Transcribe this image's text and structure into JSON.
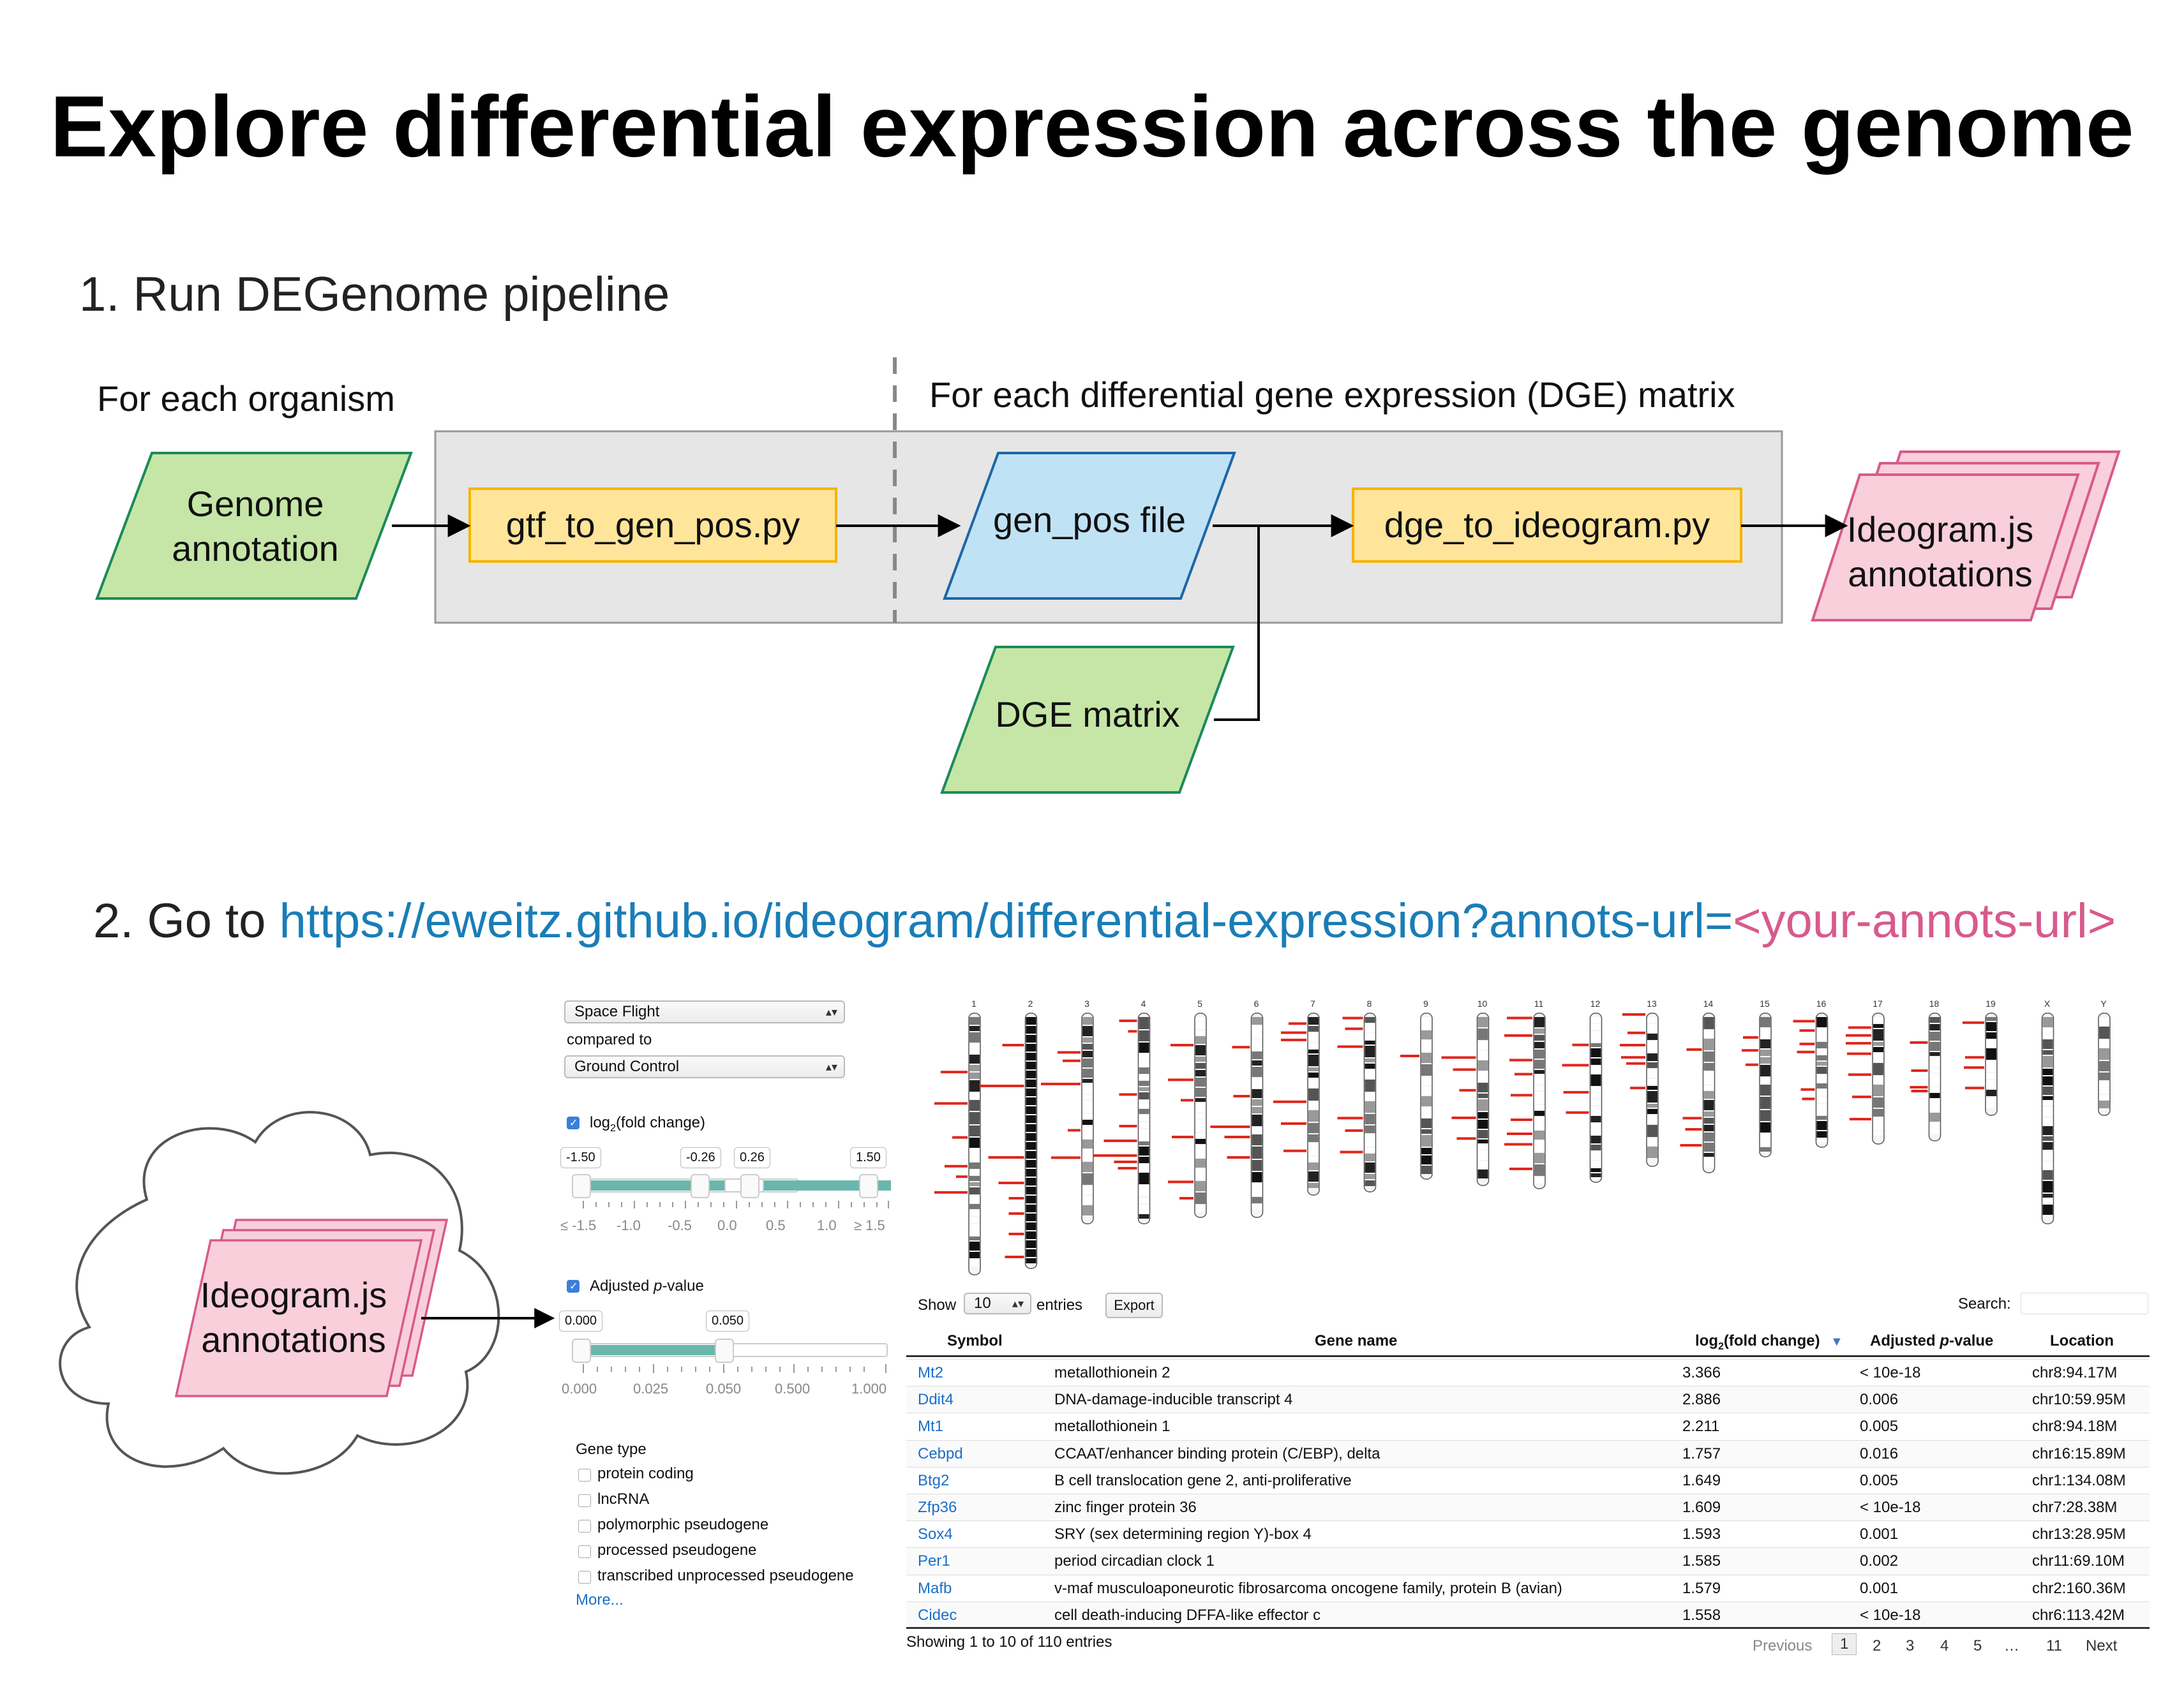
{
  "title": "Explore differential expression across the genome",
  "step1": {
    "heading": "1. Run DEGenome pipeline",
    "for_each_organism": "For each organism",
    "for_each_matrix": "For each differential gene expression (DGE) matrix",
    "genome_annotation": [
      "Genome",
      "annotation"
    ],
    "gtf_script": "gtf_to_gen_pos.py",
    "gen_pos_file": "gen_pos file",
    "dge_script": "dge_to_ideogram.py",
    "dge_matrix": "DGE matrix",
    "ideogram_annotations": [
      "Ideogram.js",
      "annotations"
    ]
  },
  "step2": {
    "prefix": "2.  Go to ",
    "url": "https://eweitz.github.io/ideogram/differential-expression?annots-url=",
    "placeholder": "<your-annots-url>",
    "cloud_label": [
      "Ideogram.js",
      "annotations"
    ]
  },
  "colors": {
    "green": "#c5e6a6",
    "green_stroke": "#1c8a5a",
    "yellow": "#ffe59a",
    "yellow_stroke": "#f4b400",
    "blue": "#c0e2f5",
    "blue_stroke": "#1e66a8",
    "pink": "#f8cfdb",
    "pink_stroke": "#d85a8c",
    "gray_box": "#e6e6e6",
    "link": "#1a7db7",
    "teal": "#6ab6ac",
    "red_annot": "#e0261c"
  },
  "controls": {
    "condition_a": "Space Flight",
    "compared_to": "compared to",
    "condition_b": "Ground Control",
    "fold_label": "log",
    "fold_sub": "2",
    "fold_rest": "(fold change)",
    "fold_tips": [
      "-1.50",
      "-0.26",
      "0.26",
      "1.50"
    ],
    "fold_ticks": [
      "≤ -1.5",
      "-1.0",
      "-0.5",
      "0.0",
      "0.5",
      "1.0",
      "≥ 1.5"
    ],
    "pval_label_a": "Adjusted ",
    "pval_label_b": "p",
    "pval_label_c": "-value",
    "pval_tips": [
      "0.000",
      "0.050"
    ],
    "pval_ticks": [
      "0.000",
      "0.025",
      "0.050",
      "0.500",
      "1.000"
    ],
    "gene_type_label": "Gene type",
    "gene_types": [
      "protein coding",
      "lncRNA",
      "polymorphic pseudogene",
      "processed pseudogene",
      "transcribed unprocessed pseudogene"
    ],
    "more_link": "More..."
  },
  "chromosomes": [
    "1",
    "2",
    "3",
    "4",
    "5",
    "6",
    "7",
    "8",
    "9",
    "10",
    "11",
    "12",
    "13",
    "14",
    "15",
    "16",
    "17",
    "18",
    "19",
    "X",
    "Y"
  ],
  "table": {
    "show": "Show",
    "page_size": "10",
    "entries": "entries",
    "export": "Export",
    "search": "Search:",
    "headers": [
      "Symbol",
      "Gene name",
      "log",
      "2",
      "(fold change)",
      "Adjusted ",
      "p",
      "-value",
      "Location"
    ],
    "rows": [
      {
        "symbol": "Mt2",
        "name": "metallothionein 2",
        "fold": "3.366",
        "pval": "< 10e-18",
        "loc": "chr8:94.17M"
      },
      {
        "symbol": "Ddit4",
        "name": "DNA-damage-inducible transcript 4",
        "fold": "2.886",
        "pval": "0.006",
        "loc": "chr10:59.95M"
      },
      {
        "symbol": "Mt1",
        "name": "metallothionein 1",
        "fold": "2.211",
        "pval": "0.005",
        "loc": "chr8:94.18M"
      },
      {
        "symbol": "Cebpd",
        "name": "CCAAT/enhancer binding protein (C/EBP), delta",
        "fold": "1.757",
        "pval": "0.016",
        "loc": "chr16:15.89M"
      },
      {
        "symbol": "Btg2",
        "name": "B cell translocation gene 2, anti-proliferative",
        "fold": "1.649",
        "pval": "0.005",
        "loc": "chr1:134.08M"
      },
      {
        "symbol": "Zfp36",
        "name": "zinc finger protein 36",
        "fold": "1.609",
        "pval": "< 10e-18",
        "loc": "chr7:28.38M"
      },
      {
        "symbol": "Sox4",
        "name": "SRY (sex determining region Y)-box 4",
        "fold": "1.593",
        "pval": "0.001",
        "loc": "chr13:28.95M"
      },
      {
        "symbol": "Per1",
        "name": "period circadian clock 1",
        "fold": "1.585",
        "pval": "0.002",
        "loc": "chr11:69.10M"
      },
      {
        "symbol": "Mafb",
        "name": "v-maf musculoaponeurotic fibrosarcoma oncogene family, protein B (avian)",
        "fold": "1.579",
        "pval": "0.001",
        "loc": "chr2:160.36M"
      },
      {
        "symbol": "Cidec",
        "name": "cell death-inducing DFFA-like effector c",
        "fold": "1.558",
        "pval": "< 10e-18",
        "loc": "chr6:113.42M"
      }
    ],
    "footer": "Showing 1 to 10 of 110 entries",
    "pagination": [
      "Previous",
      "1",
      "2",
      "3",
      "4",
      "5",
      "…",
      "11",
      "Next"
    ]
  }
}
